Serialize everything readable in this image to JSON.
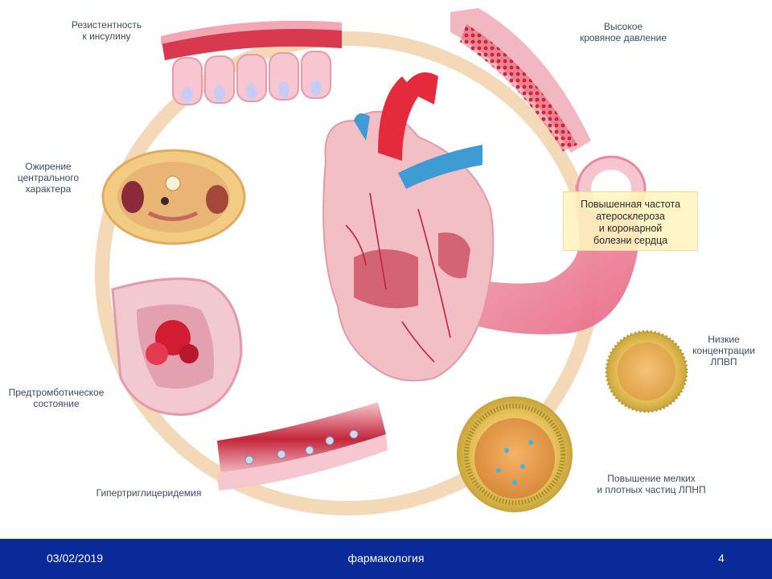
{
  "labels": {
    "insulin": [
      "Резистентность",
      "к инсулину"
    ],
    "bp": [
      "Высокое",
      "кровяное давление"
    ],
    "obesity": [
      "Ожирение",
      "центрального",
      "характера"
    ],
    "athero": [
      "Повышенная частота",
      "атеросклероза",
      "и коронарной",
      "болезни сердца"
    ],
    "hdl": [
      "Низкие",
      "концентрации",
      "ЛПВП"
    ],
    "prothrom": [
      "Предтромботическое",
      "состояние"
    ],
    "ldl": [
      "Повышение мелких",
      "и плотных частиц ЛПНП"
    ],
    "hypertrig": [
      "Гипертриглицеридемия"
    ]
  },
  "footer": {
    "date": "03/02/2019",
    "subject": "фармакология",
    "page": "4"
  },
  "colors": {
    "ring": "#f3d9b8",
    "footer": "#0a2a9a",
    "label_text": "#3a4a6a",
    "callout_bg": "#fff4be"
  }
}
